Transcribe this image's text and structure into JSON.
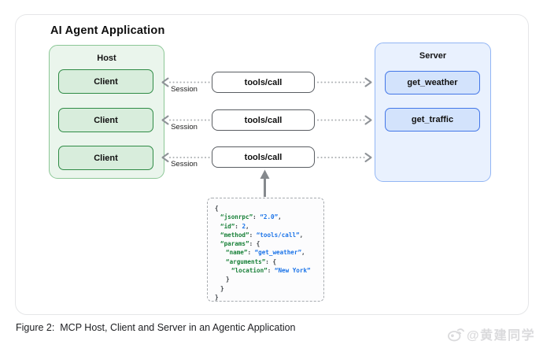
{
  "diagram": {
    "title": "AI Agent Application",
    "host": {
      "label": "Host",
      "clients": [
        "Client",
        "Client",
        "Client"
      ]
    },
    "sessions": [
      "Session",
      "Session",
      "Session"
    ],
    "calls": [
      "tools/call",
      "tools/call",
      "tools/call"
    ],
    "server": {
      "label": "Server",
      "tools": [
        "get_weather",
        "get_traffic"
      ]
    },
    "payload": {
      "lines": [
        {
          "indent": 0,
          "segments": [
            [
              "p",
              "{"
            ]
          ]
        },
        {
          "indent": 1,
          "segments": [
            [
              "k",
              "“jsonrpc”"
            ],
            [
              "p",
              ": "
            ],
            [
              "s",
              "“2.0”"
            ],
            [
              "p",
              ","
            ]
          ]
        },
        {
          "indent": 1,
          "segments": [
            [
              "k",
              "“id”"
            ],
            [
              "p",
              ": "
            ],
            [
              "n",
              "2"
            ],
            [
              "p",
              ","
            ]
          ]
        },
        {
          "indent": 1,
          "segments": [
            [
              "k",
              "“method”"
            ],
            [
              "p",
              ": "
            ],
            [
              "s",
              "“tools/call”"
            ],
            [
              "p",
              ","
            ]
          ]
        },
        {
          "indent": 1,
          "segments": [
            [
              "k",
              "“params”"
            ],
            [
              "p",
              ": {"
            ]
          ]
        },
        {
          "indent": 2,
          "segments": [
            [
              "k",
              "“name”"
            ],
            [
              "p",
              ": "
            ],
            [
              "s",
              "“get_weather”"
            ],
            [
              "p",
              ","
            ]
          ]
        },
        {
          "indent": 2,
          "segments": [
            [
              "k",
              "“arguments”"
            ],
            [
              "p",
              ": {"
            ]
          ]
        },
        {
          "indent": 3,
          "segments": [
            [
              "k",
              "“location”"
            ],
            [
              "p",
              ": "
            ],
            [
              "s",
              "“New York”"
            ]
          ]
        },
        {
          "indent": 2,
          "segments": [
            [
              "p",
              "}"
            ]
          ]
        },
        {
          "indent": 1,
          "segments": [
            [
              "p",
              "}"
            ]
          ]
        },
        {
          "indent": 0,
          "segments": [
            [
              "p",
              "}"
            ]
          ]
        }
      ]
    }
  },
  "caption": "Figure 2:  MCP Host, Client and Server in an Agentic Application",
  "watermark": {
    "handle": "@黄建同学",
    "icon": "weibo-icon"
  },
  "colors": {
    "host_fill": "#eaf5ec",
    "host_border": "#8cc796",
    "client_fill": "#d8eddc",
    "client_border": "#2f8b45",
    "server_fill": "#e9f1fe",
    "server_border": "#93b6f4",
    "tool_fill": "#d3e3fc",
    "tool_border": "#4377e8",
    "call_border": "#595d62",
    "json_key": "#188038",
    "json_value": "#1a73e8",
    "arrow": "#8f9398"
  }
}
